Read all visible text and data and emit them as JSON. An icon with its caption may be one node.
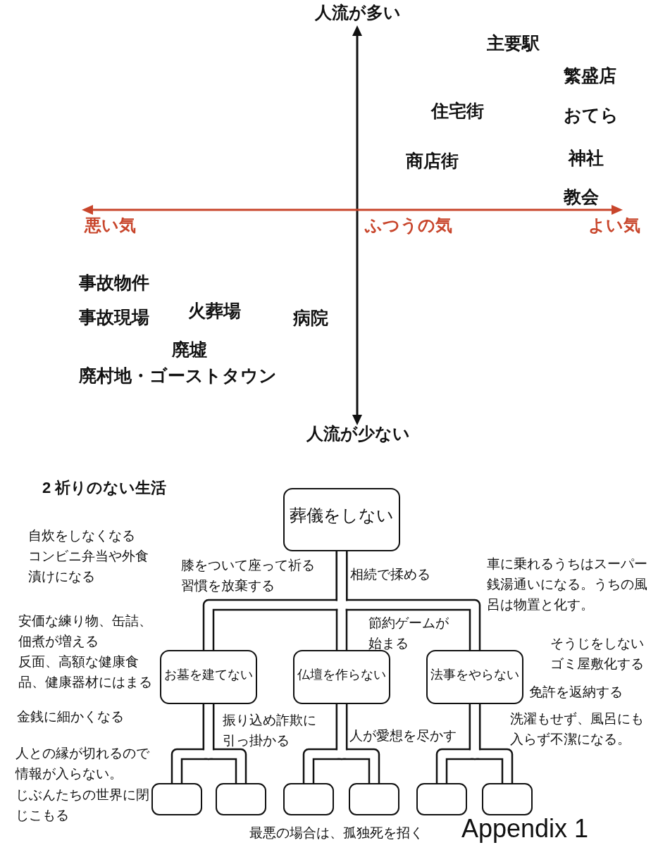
{
  "diagram": {
    "nodes": [
      {
        "text": [
          "葬儀をしない"
        ]
      },
      {
        "text": [
          "お墓を建てない"
        ]
      },
      {
        "text": [
          "仏壇を作らない"
        ]
      },
      {
        "text": [
          "法事をやらない"
        ]
      },
      {
        "text": [],
        "shape": "box"
      },
      {
        "text": [],
        "shape": "box"
      },
      {
        "text": [],
        "shape": "box"
      },
      {
        "text": [],
        "shape": "box"
      },
      {
        "text": [],
        "shape": "box"
      },
      {
        "text": [],
        "shape": "box"
      }
    ],
    "edges": [
      {
        "from": 0,
        "to": 1,
        "arrow": "none"
      },
      {
        "from": 0,
        "to": 2,
        "arrow": "none"
      },
      {
        "from": 0,
        "to": 3,
        "arrow": "none"
      },
      {
        "from": 1,
        "to": 4,
        "arrow": "none"
      },
      {
        "from": 1,
        "to": 5,
        "arrow": "none"
      },
      {
        "from": 2,
        "to": 6,
        "arrow": "none"
      },
      {
        "from": 2,
        "to": 7,
        "arrow": "none"
      },
      {
        "from": 3,
        "to": 8,
        "arrow": "none"
      },
      {
        "from": 3,
        "to": 9,
        "arrow": "none"
      }
    ],
    "labels": [
      "人流が多い",
      "主要駅",
      "繁盛店",
      "住宅街",
      "おてら",
      "商店街",
      "神社",
      "教会",
      "悪い気",
      "ふつうの気",
      "よい気",
      "事故物件",
      "事故現場",
      "火葬場",
      "病院",
      "廃墟",
      "廃村地・ゴーストタウン",
      "人流が少ない",
      "2 祈りのない生活",
      "自炊をしなくなる",
      "コンビニ弁当や外食漬けになる",
      "膝をついて座って祈る習慣を放棄する",
      "相続で揉める",
      "車に乗れるうちはスーパー銭湯通いになる。うちの風呂は物置と化す。",
      "安価な練り物、缶詰、佃煮が増える",
      "節約ゲームが始まる",
      "そうじをしない",
      "ゴミ屋敷化する",
      "反面、高額な健康食品、健康器材にはまる",
      "免許を返納する",
      "金銭に細かくなる",
      "振り込め詐欺に引っ掛かる",
      "人が愛想を尽かす",
      "洗濯もせず、風呂にも入らず不潔になる。",
      "人との縁が切れるので情報が入らない。",
      "じぶんたちの世界に閉じこもる",
      "最悪の場合は、孤独死を招く",
      "Appendix 1"
    ]
  }
}
